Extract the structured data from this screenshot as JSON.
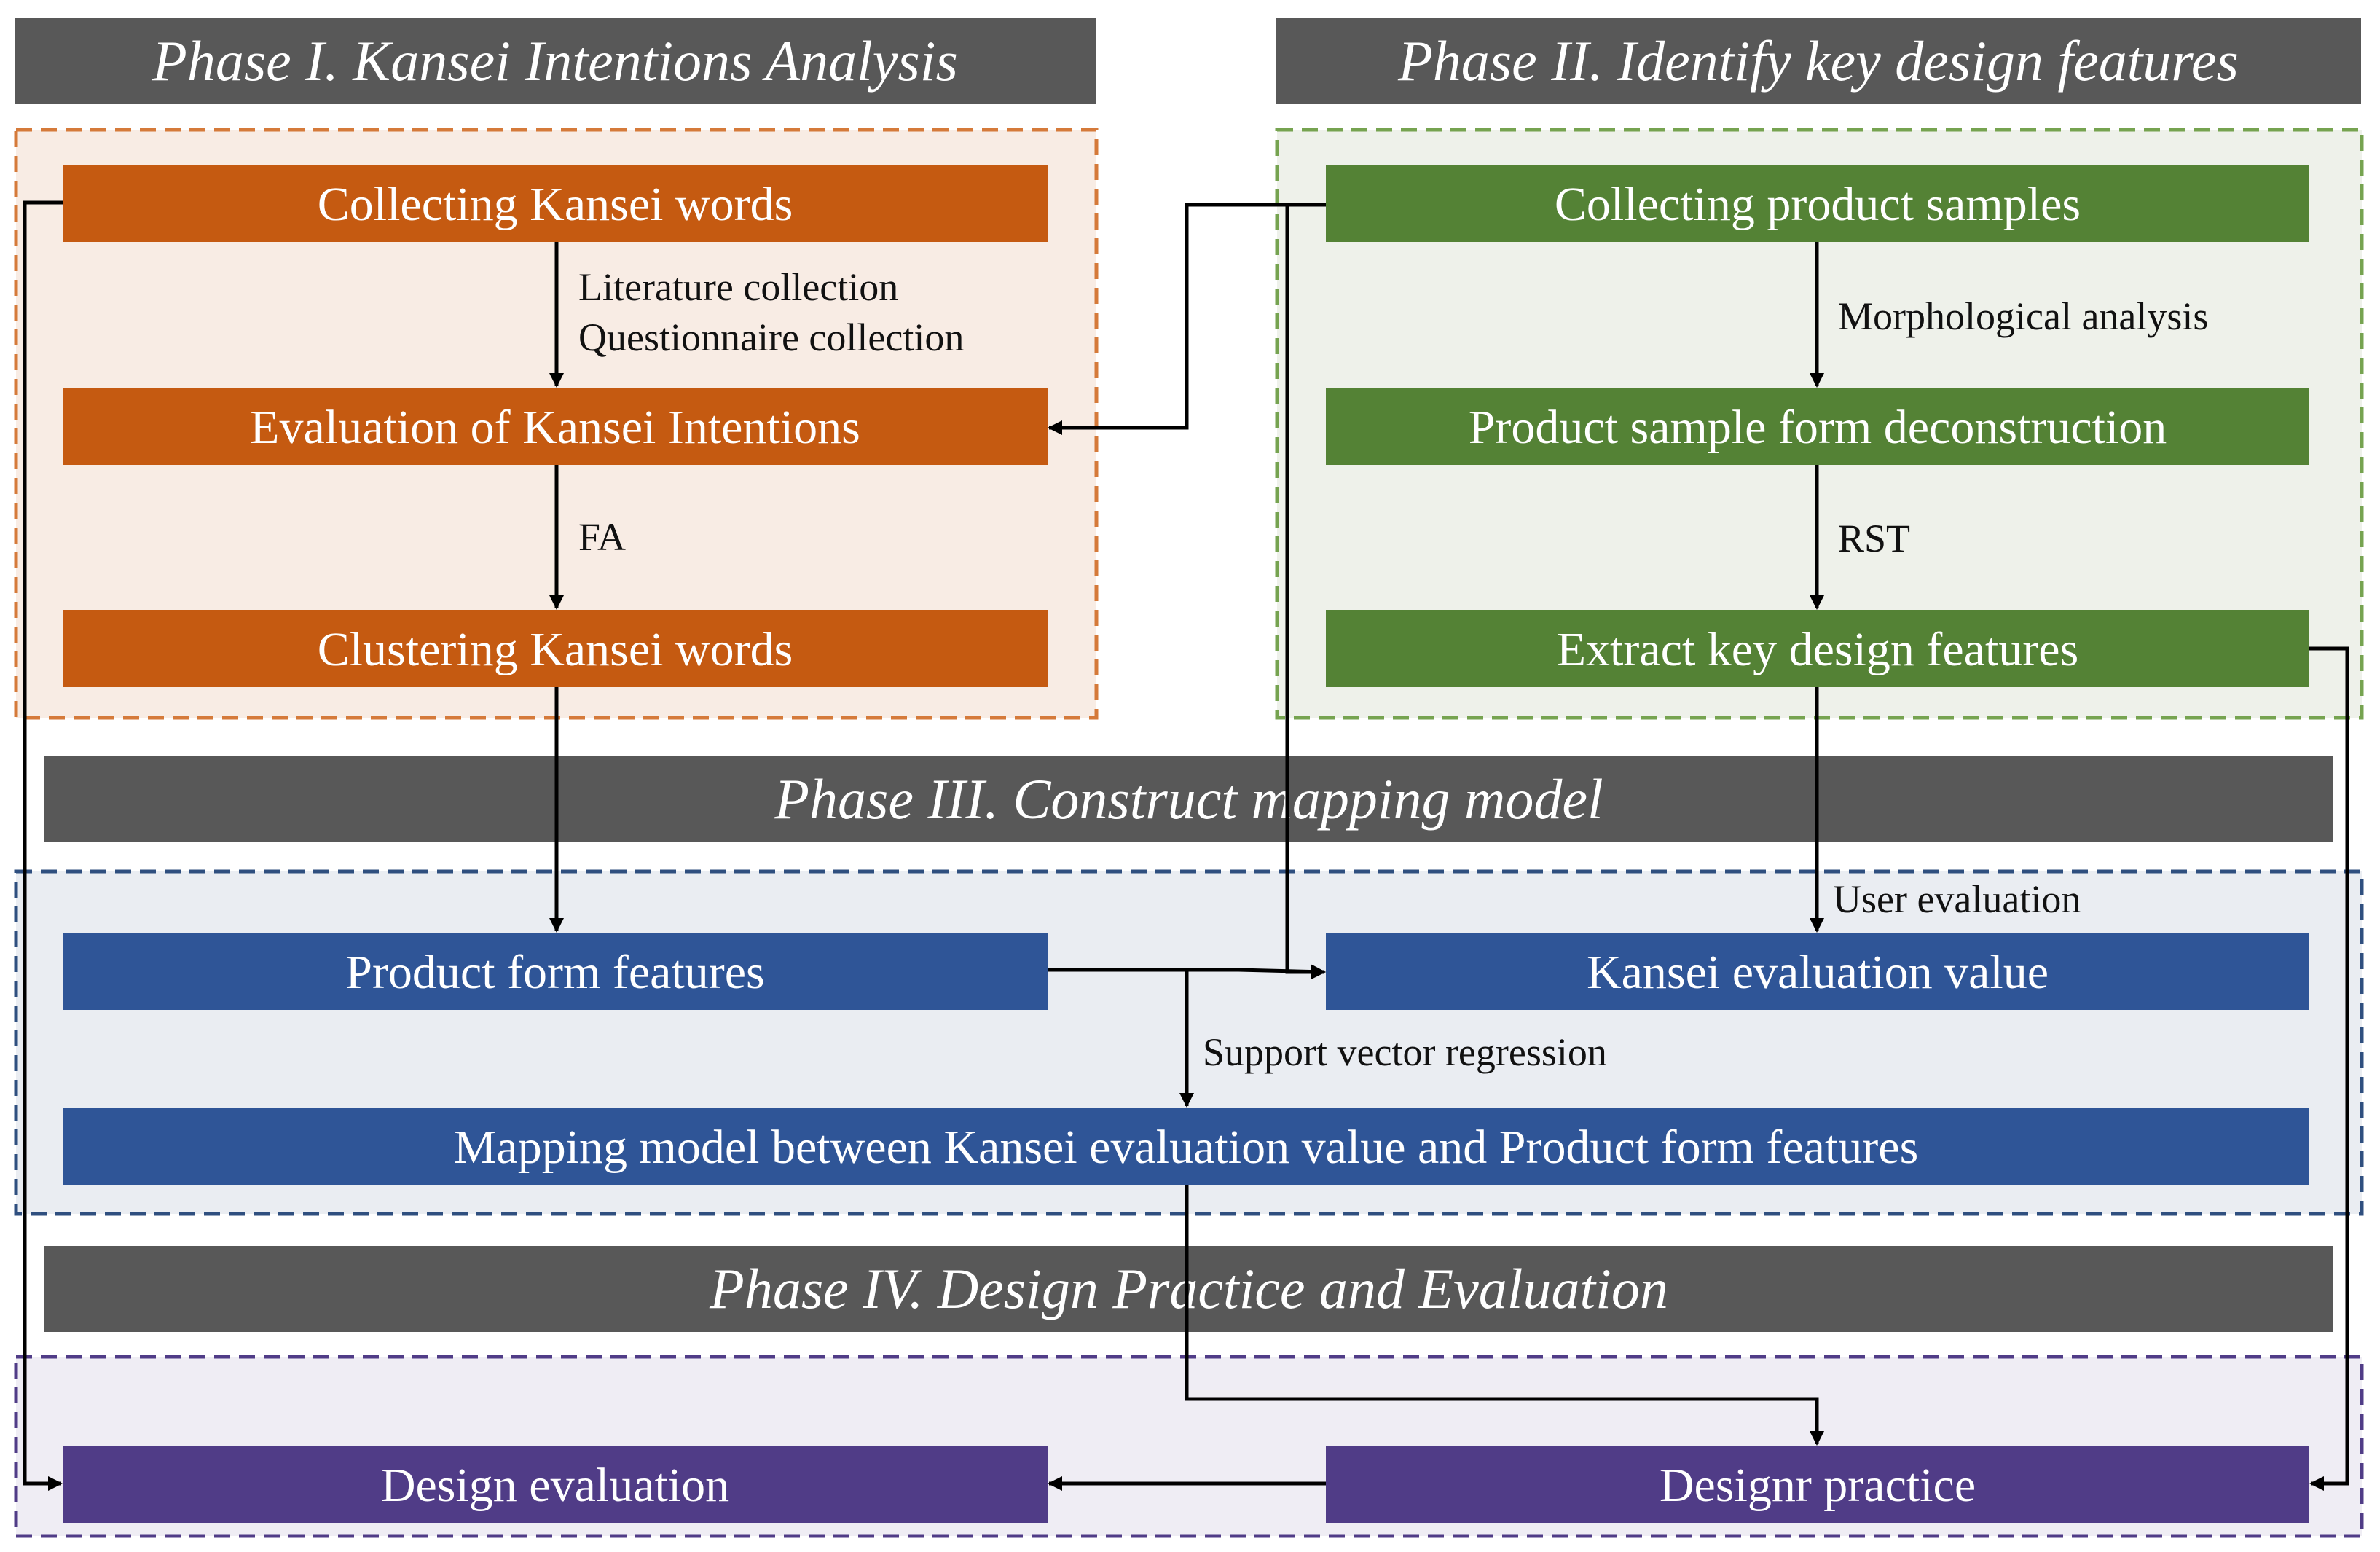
{
  "phases": {
    "p1": "Phase I. Kansei Intentions Analysis",
    "p2": "Phase II. Identify key design features",
    "p3": "Phase III. Construct mapping model",
    "p4": "Phase IV. Design Practice and Evaluation"
  },
  "nodes": {
    "collect_kansei": "Collecting Kansei words",
    "eval_kansei": "Evaluation of Kansei Intentions",
    "cluster_kansei": "Clustering Kansei words",
    "collect_samples": "Collecting product samples",
    "deconstruct": "Product sample form deconstruction",
    "extract_features": "Extract key design features",
    "form_features": "Product form features",
    "kansei_value": "Kansei evaluation value",
    "mapping_model": "Mapping model between Kansei evaluation value and Product form features",
    "design_eval": "Design evaluation",
    "design_practice": "Designr practice"
  },
  "edge_labels": {
    "literature": "Literature collection",
    "questionnaire": "Questionnaire collection",
    "fa": "FA",
    "morph": "Morphological analysis",
    "rst": "RST",
    "user_eval": "User evaluation",
    "svr": "Support vector regression"
  },
  "colors": {
    "header": "#585858",
    "phase1": "#c55a11",
    "phase1_bg": "#f8ece4",
    "phase1_border": "#d57a3a",
    "phase2": "#548235",
    "phase2_bg": "#eef1ea",
    "phase2_border": "#76a350",
    "phase3": "#2f5597",
    "phase3_bg": "#eaedf2",
    "phase3_border": "#2f4f7f",
    "phase4": "#503c87",
    "phase4_bg": "#efedf4",
    "phase4_border": "#503c87"
  }
}
